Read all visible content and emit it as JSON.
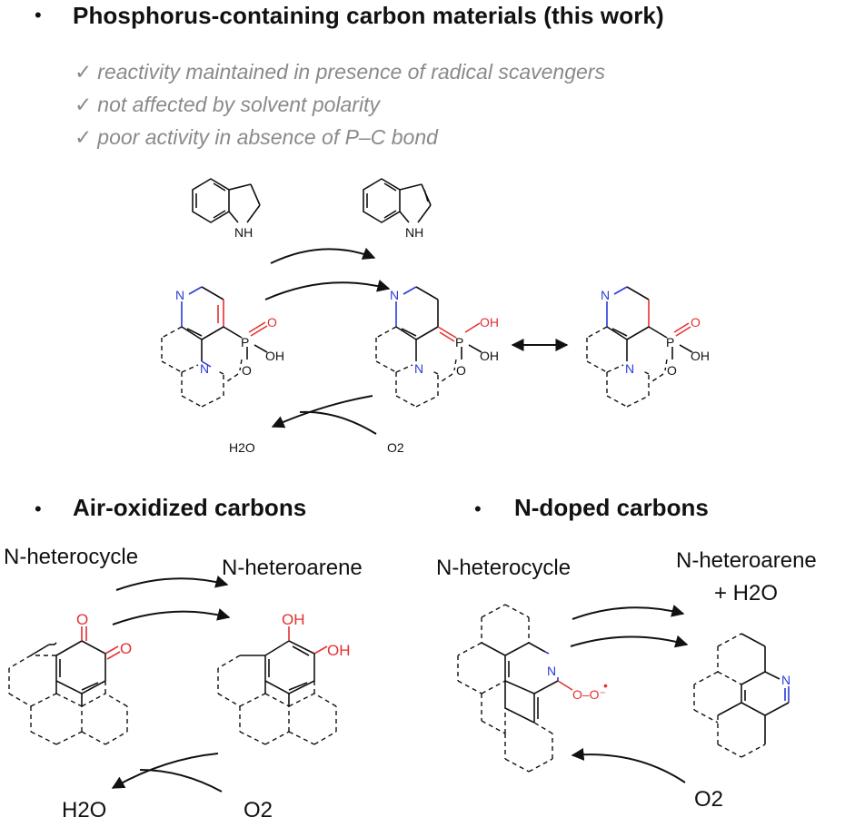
{
  "section_top": {
    "bullet": "•",
    "title": "Phosphorus-containing carbon materials (this work)",
    "check_mark": "✓",
    "points": [
      "reactivity maintained in presence of radical scavengers",
      "not affected by solvent polarity",
      "poor activity in absence of P–C bond"
    ],
    "byproduct": "H2O",
    "oxidant": "O2"
  },
  "section_left": {
    "bullet": "•",
    "title": "Air-oxidized carbons",
    "substrate": "N-heterocycle",
    "product": "N-heteroarene",
    "byproduct": "H2O",
    "oxidant": "O2"
  },
  "section_right": {
    "bullet": "•",
    "title": "N-doped carbons",
    "substrate": "N-heterocycle",
    "product": "N-heteroarene",
    "product_extra": "+  H2O",
    "oxidant": "O2"
  },
  "atoms": {
    "nitrogen": "N",
    "nh": "NH",
    "phosphorus": "P",
    "oxygen": "O",
    "hydroxyl": "OH",
    "superoxide_tail": "O–O⁻",
    "radical_dot": "•"
  },
  "colors": {
    "text": "#111111",
    "note": "#8a8a8a",
    "oxygen_red": "#e53030",
    "nitrogen_blue": "#2a3bd8"
  }
}
